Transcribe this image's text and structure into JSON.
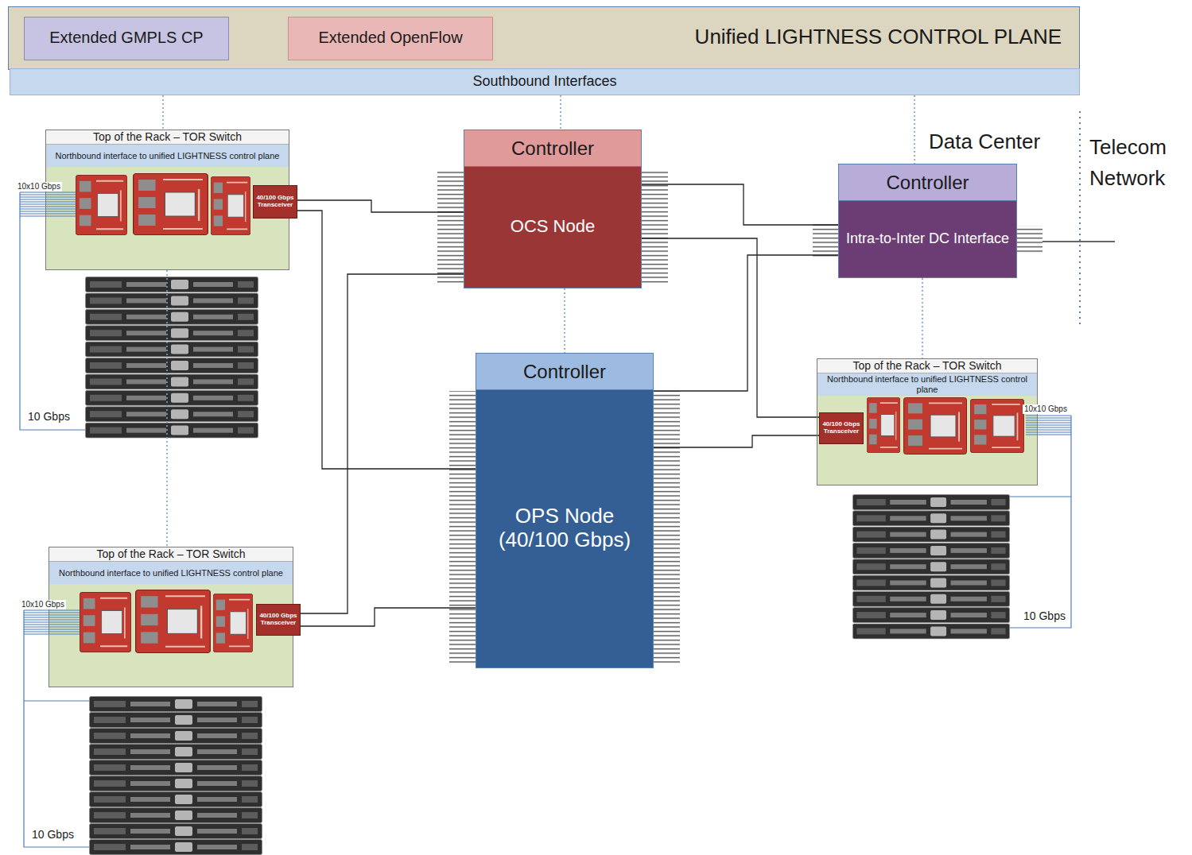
{
  "diagram": {
    "nodes": [
      {
        "text": [
          "Unified LIGHTNESS CONTROL PLANE"
        ]
      },
      {
        "text": [
          "Extended GMPLS CP"
        ],
        "in": 0
      },
      {
        "text": [
          "Extended OpenFlow"
        ],
        "in": 0
      },
      {
        "text": [
          "Southbound Interfaces"
        ]
      },
      {
        "text": [
          "Top of the Rack – TOR Switch",
          "Northbound interface to unified LIGHTNESS control plane"
        ]
      },
      {
        "text": [
          "40/100 Gbps Transceiver"
        ],
        "in": 4
      },
      {
        "text": [
          "Controller",
          "OCS Node"
        ]
      },
      {
        "text": [
          "Controller",
          "Intra-to-Inter DC Interface"
        ]
      },
      {
        "text": [
          "Controller",
          "OPS Node (40/100 Gbps)"
        ]
      },
      {
        "text": [
          "Top of the Rack – TOR Switch",
          "Northbound interface to unified LIGHTNESS control plane"
        ]
      },
      {
        "text": [
          "40/100 Gbps Transceiver"
        ],
        "in": 9
      },
      {
        "text": [
          "Top of the Rack – TOR Switch",
          "Northbound interface to unified LIGHTNESS control plane"
        ]
      },
      {
        "text": [
          "40/100 Gbps Transceiver"
        ],
        "in": 11
      }
    ],
    "edges": [
      {
        "from": 5,
        "to": 6,
        "arrow": "none"
      },
      {
        "from": 5,
        "to": 8,
        "arrow": "none"
      },
      {
        "from": 12,
        "to": 6,
        "arrow": "none"
      },
      {
        "from": 12,
        "to": 8,
        "arrow": "none"
      },
      {
        "from": 6,
        "to": 7,
        "arrow": "none"
      },
      {
        "from": 6,
        "to": 10,
        "arrow": "none"
      },
      {
        "from": 8,
        "to": 7,
        "arrow": "none"
      },
      {
        "from": 8,
        "to": 10,
        "arrow": "none"
      },
      {
        "from": 3,
        "to": 4,
        "arrow": "none"
      },
      {
        "from": 3,
        "to": 6,
        "arrow": "none"
      },
      {
        "from": 3,
        "to": 7,
        "arrow": "none"
      },
      {
        "from": 4,
        "to": 11,
        "arrow": "none"
      },
      {
        "from": 6,
        "to": 8,
        "arrow": "none"
      },
      {
        "from": 7,
        "to": 9,
        "arrow": "none"
      }
    ],
    "labels": [
      "Data Center",
      "Telecom Network",
      "10x10 Gbps",
      "10 Gbps",
      "10x10 Gbps",
      "10 Gbps",
      "10x10 Gbps",
      "10 Gbps"
    ]
  }
}
